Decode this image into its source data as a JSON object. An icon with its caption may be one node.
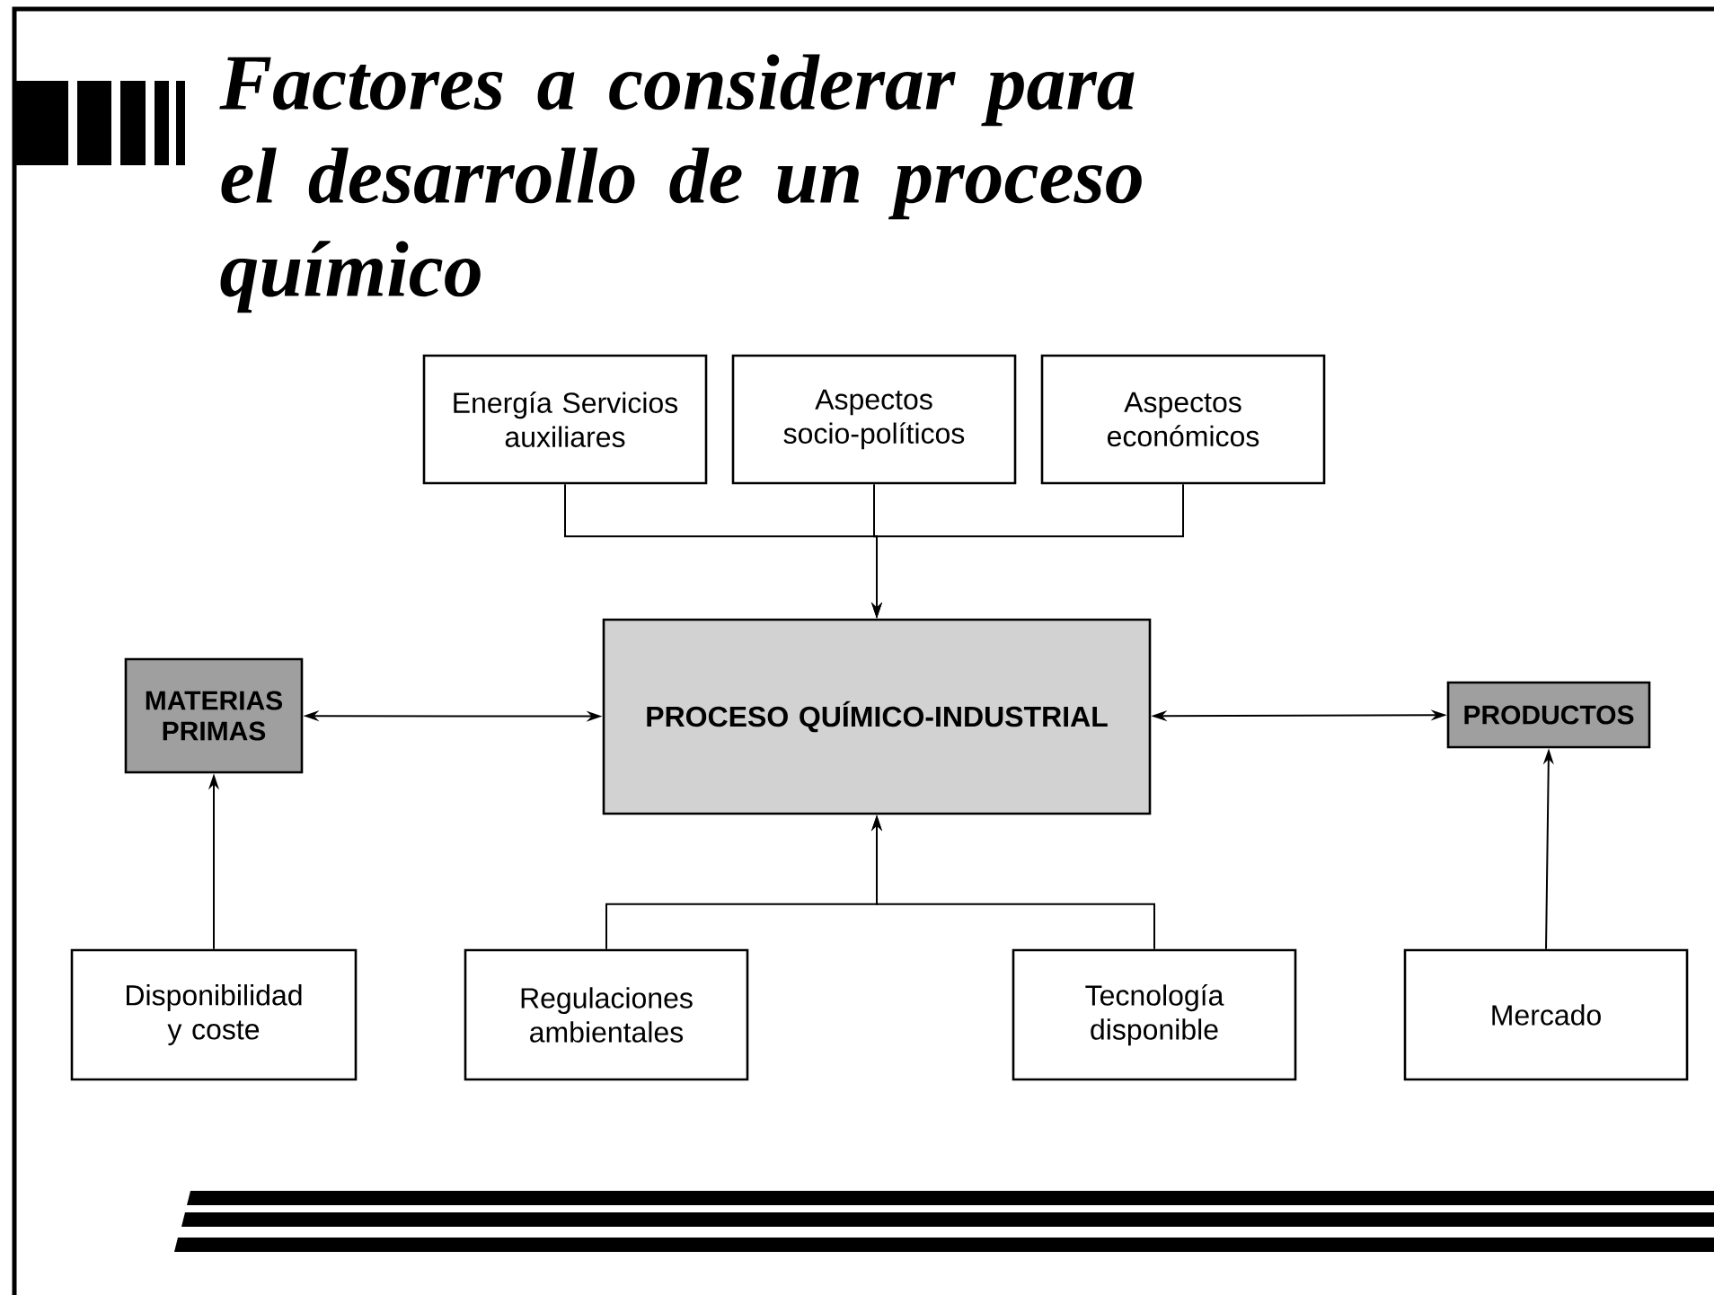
{
  "diagram": {
    "title": "Factores a considerar para el desarrollo de un proceso químico",
    "nodes": [
      {
        "text": [
          "Energía Servicios auxiliares"
        ]
      },
      {
        "text": [
          "Aspectos socio-políticos"
        ]
      },
      {
        "text": [
          "Aspectos económicos"
        ]
      },
      {
        "text": [
          "MATERIAS PRIMAS"
        ]
      },
      {
        "text": [
          "PROCESO QUÍMICO-INDUSTRIAL"
        ]
      },
      {
        "text": [
          "PRODUCTOS"
        ]
      },
      {
        "text": [
          "Disponibilidad y coste"
        ]
      },
      {
        "text": [
          "Regulaciones ambientales"
        ]
      },
      {
        "text": [
          "Tecnología disponible"
        ]
      },
      {
        "text": [
          "Mercado"
        ]
      }
    ],
    "edges": [
      {
        "from": 0,
        "to": 4,
        "arrow": "to"
      },
      {
        "from": 1,
        "to": 4,
        "arrow": "to"
      },
      {
        "from": 2,
        "to": 4,
        "arrow": "to"
      },
      {
        "from": 3,
        "to": 4,
        "arrow": "both"
      },
      {
        "from": 4,
        "to": 5,
        "arrow": "both"
      },
      {
        "from": 6,
        "to": 3,
        "arrow": "to"
      },
      {
        "from": 7,
        "to": 4,
        "arrow": "to"
      },
      {
        "from": 8,
        "to": 4,
        "arrow": "to"
      },
      {
        "from": 9,
        "to": 5,
        "arrow": "to"
      }
    ]
  }
}
